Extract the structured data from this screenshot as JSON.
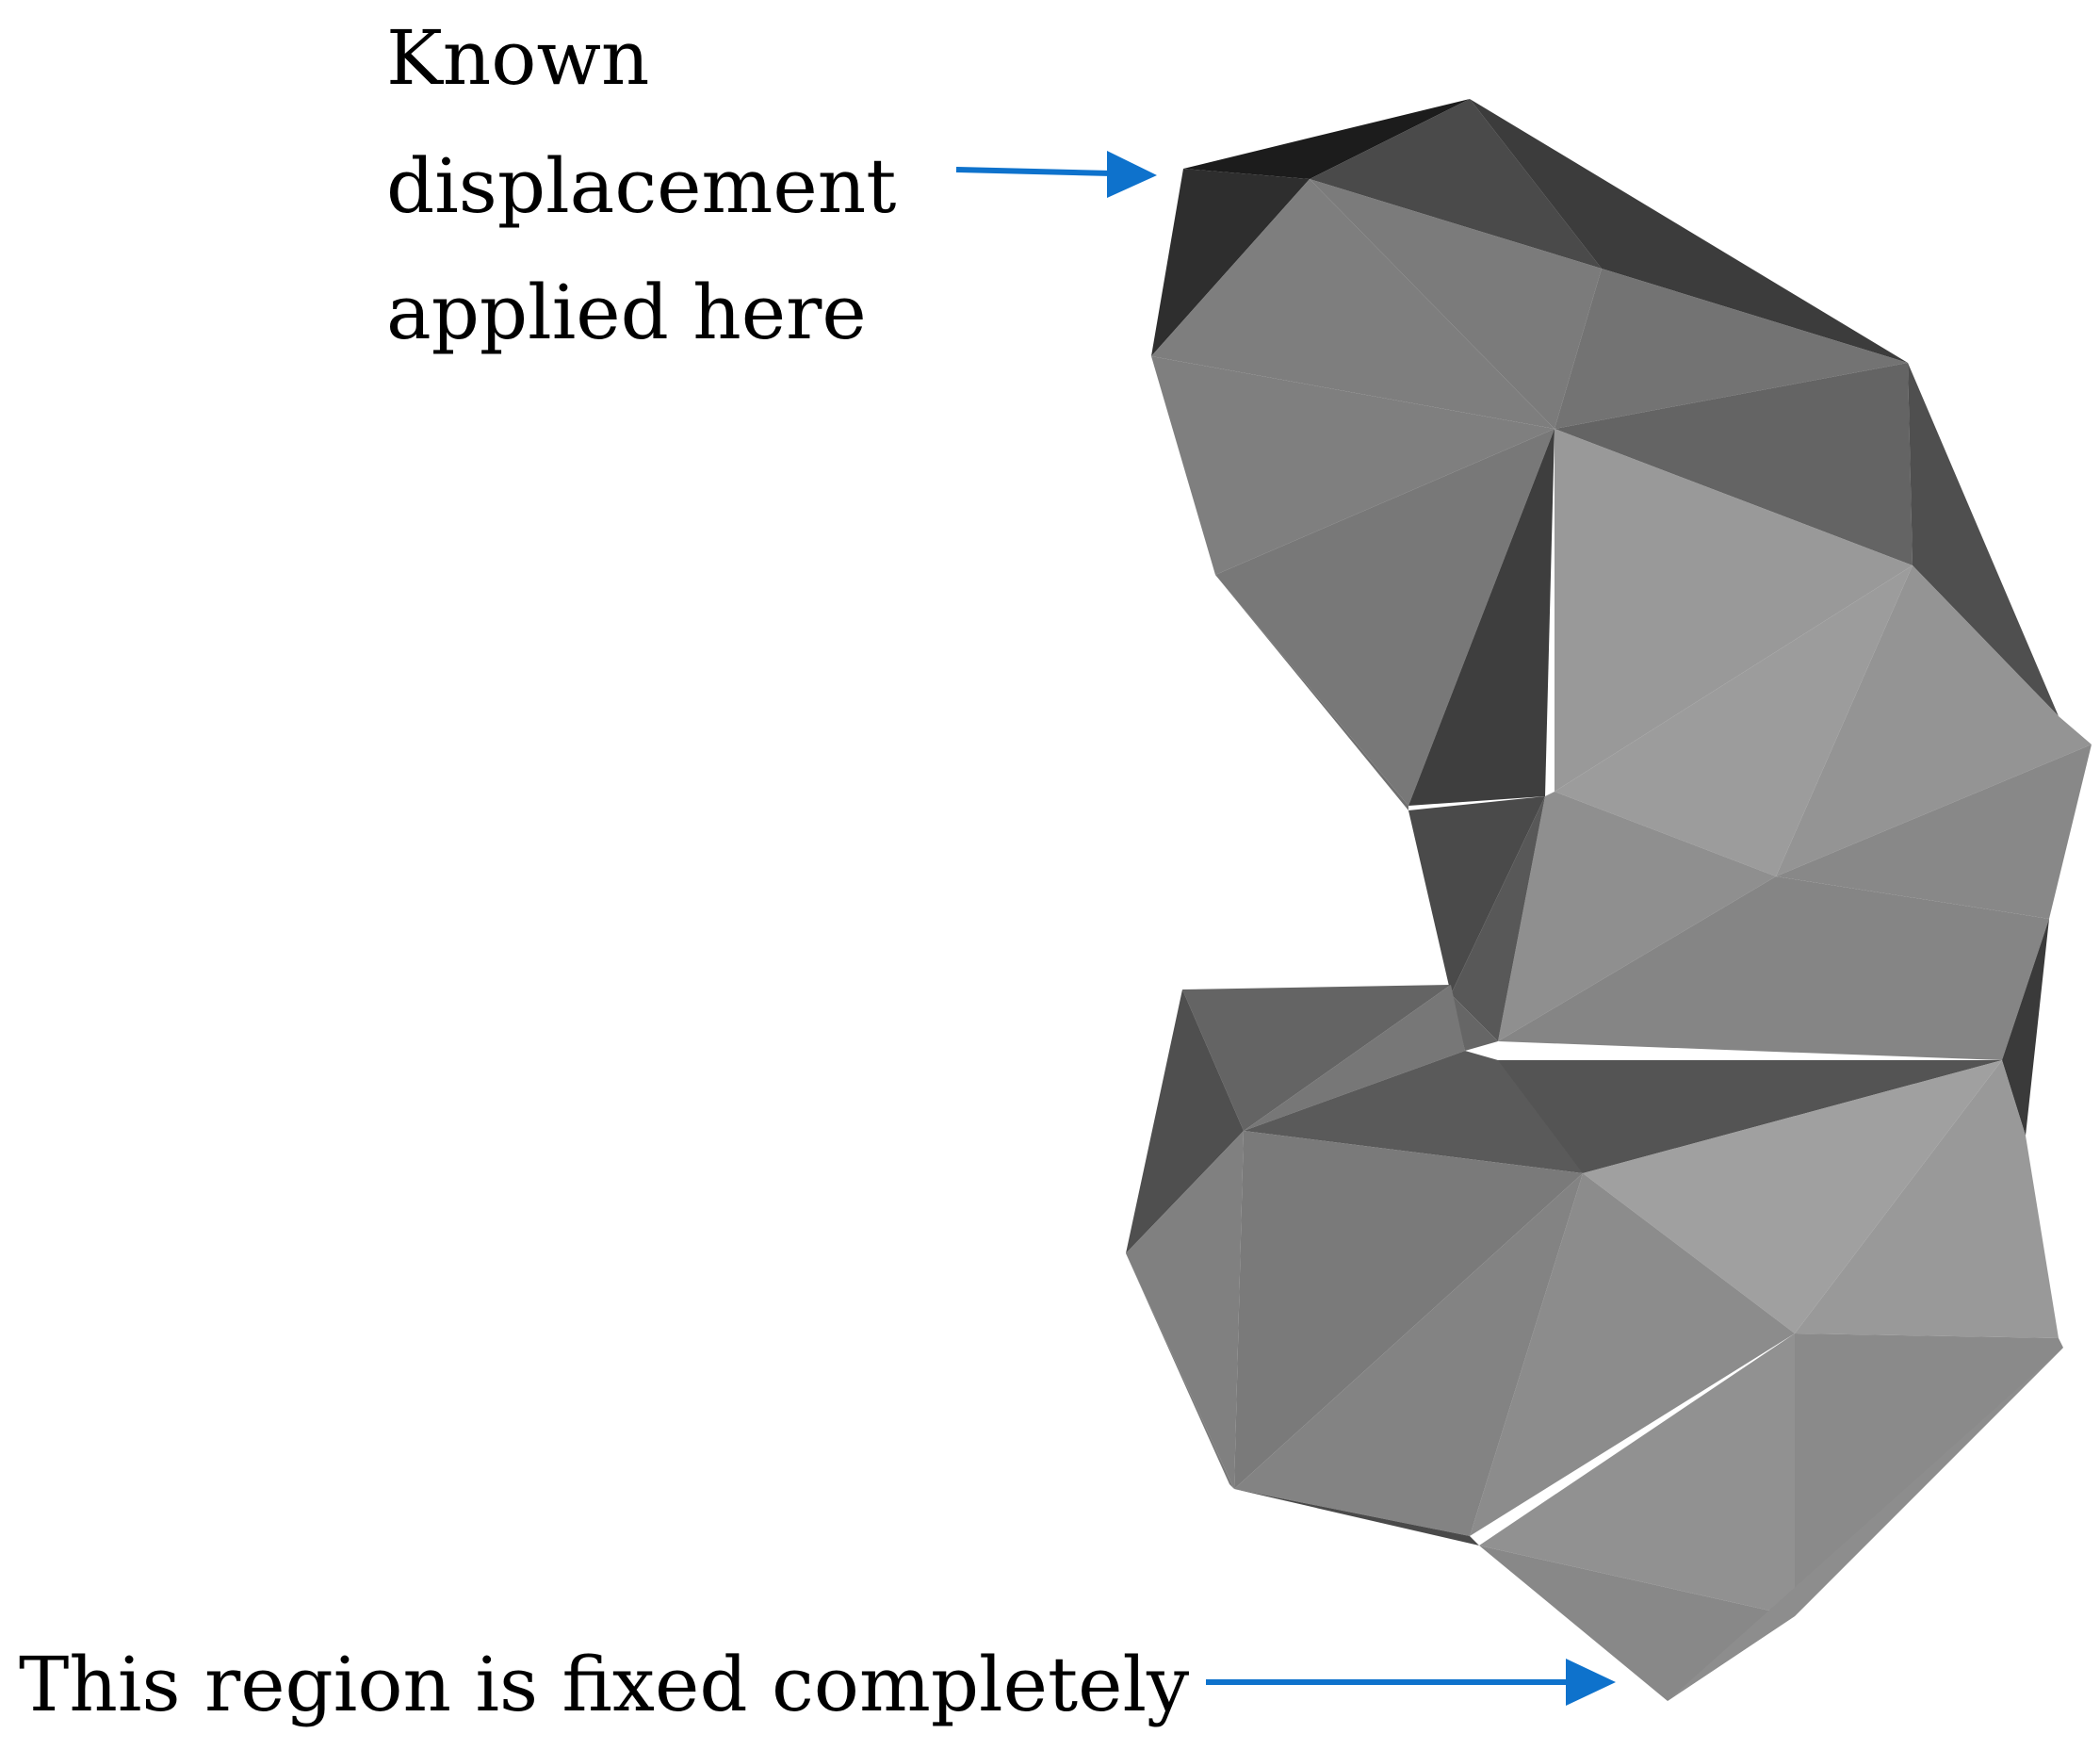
{
  "annotations": {
    "top_lines": [
      "Known",
      "displacement",
      "applied here"
    ],
    "bottom": "This region is fixed completely"
  },
  "colors": {
    "arrow": "#0e72cc",
    "text": "#000000",
    "background": "#ffffff"
  },
  "mesh": {
    "description_visible": false,
    "shading_palette": [
      "#1c1c1c",
      "#2e2e2e",
      "#3c3c3c",
      "#4a4a4a",
      "#565656",
      "#646464",
      "#737373",
      "#7e7e7e",
      "#888888",
      "#919191",
      "#999999",
      "#a2a2a2"
    ]
  }
}
